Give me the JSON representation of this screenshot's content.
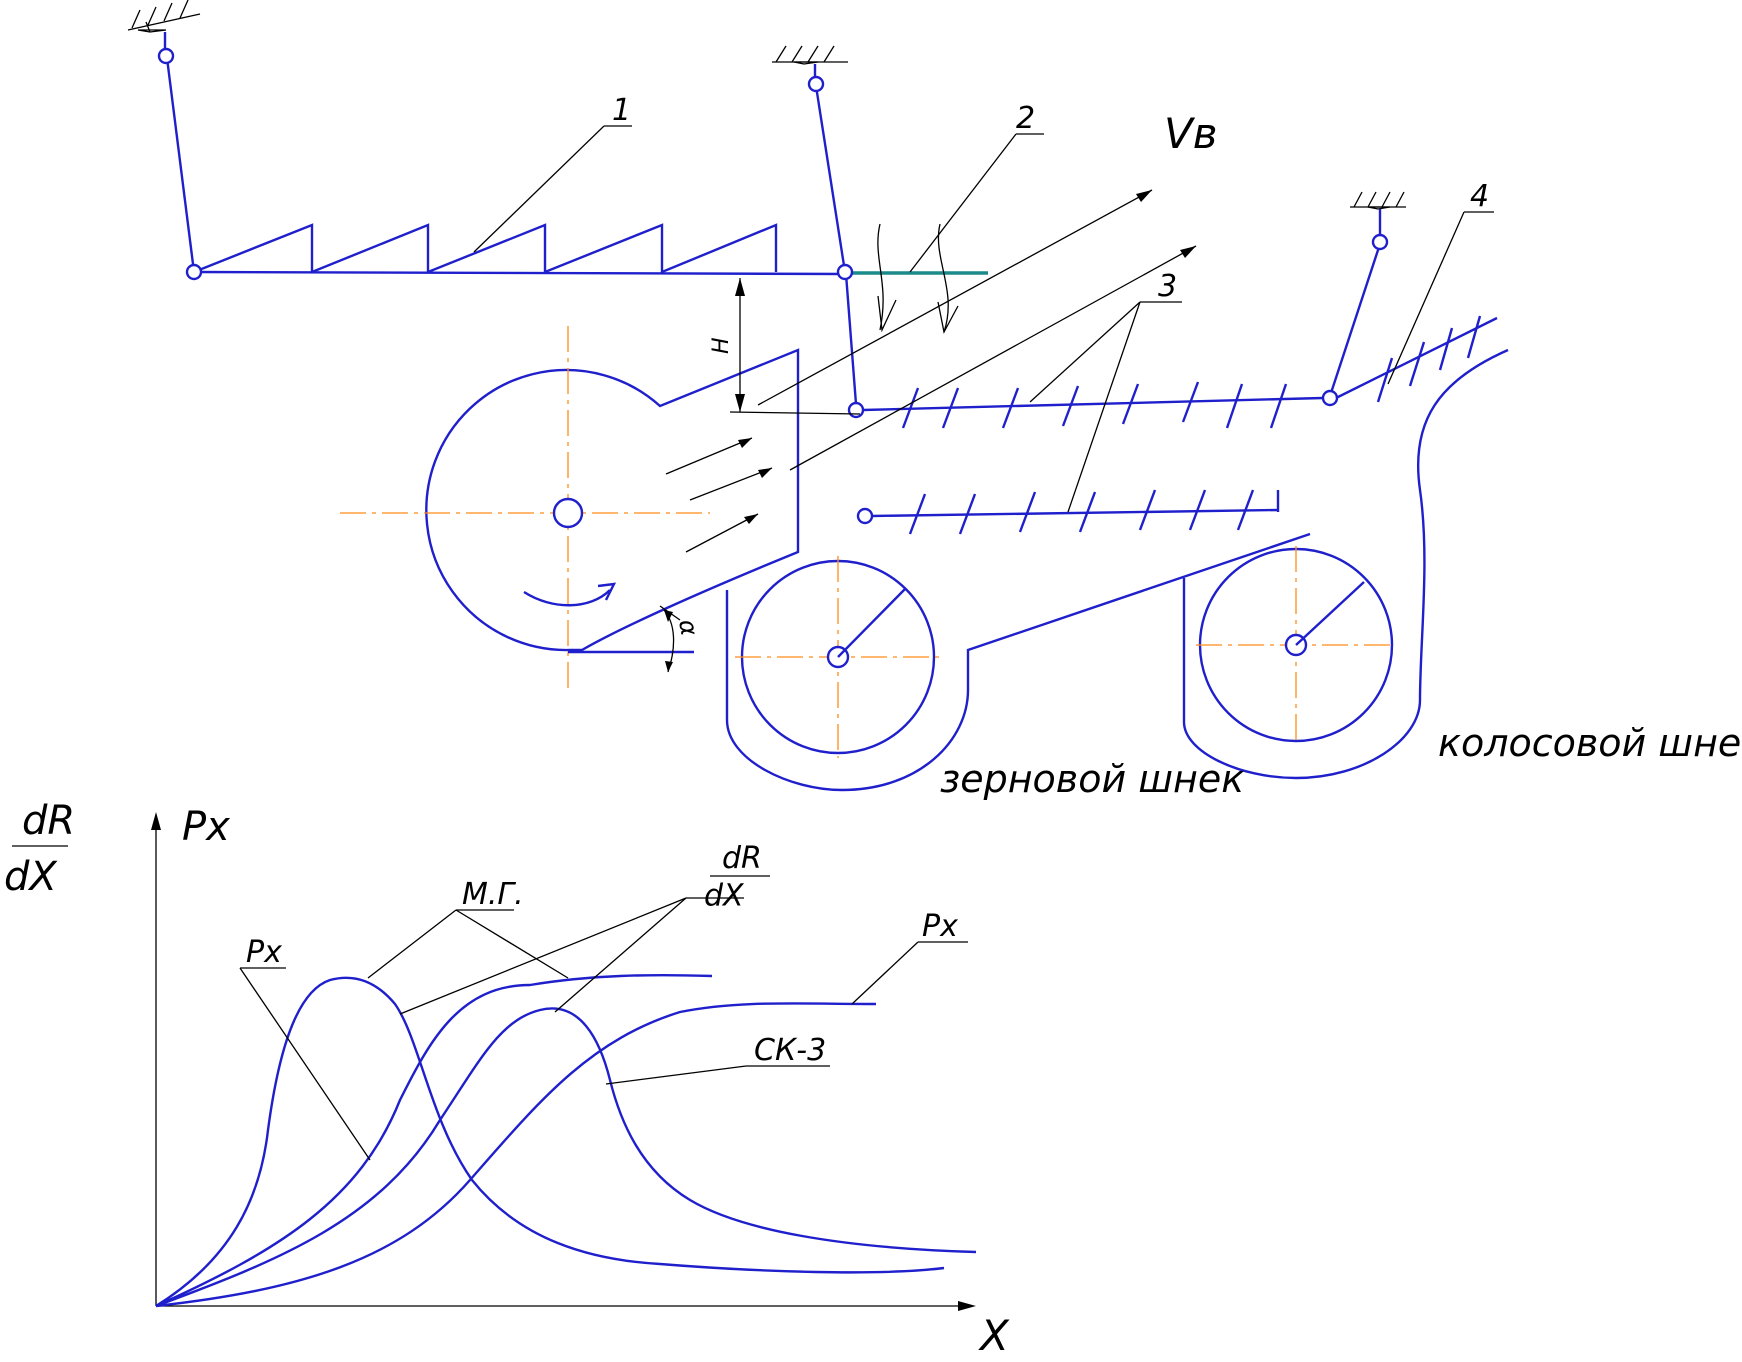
{
  "colors": {
    "stroke": "#1f1fcc",
    "leader": "#000000",
    "axis": "#ff8c1a",
    "accent": "#1a8a8a"
  },
  "labels": {
    "part1": "1",
    "part2": "2",
    "part3": "3",
    "part4": "4",
    "velocity": "Vв",
    "height": "H",
    "angle": "α",
    "grain_auger": "зерновой шнек",
    "ear_auger": "колосовой шнек"
  },
  "graph": {
    "y_axis_frac_num": "dR",
    "y_axis_frac_den": "dX",
    "y_axis_label": "Px",
    "x_axis_label": "X",
    "curve_label_px_left": "Px",
    "curve_label_mg": "М.Г.",
    "curve_label_drdx_num": "dR",
    "curve_label_drdx_den": "dX",
    "curve_label_px_right": "Px",
    "curve_label_sk3": "СК-3"
  }
}
